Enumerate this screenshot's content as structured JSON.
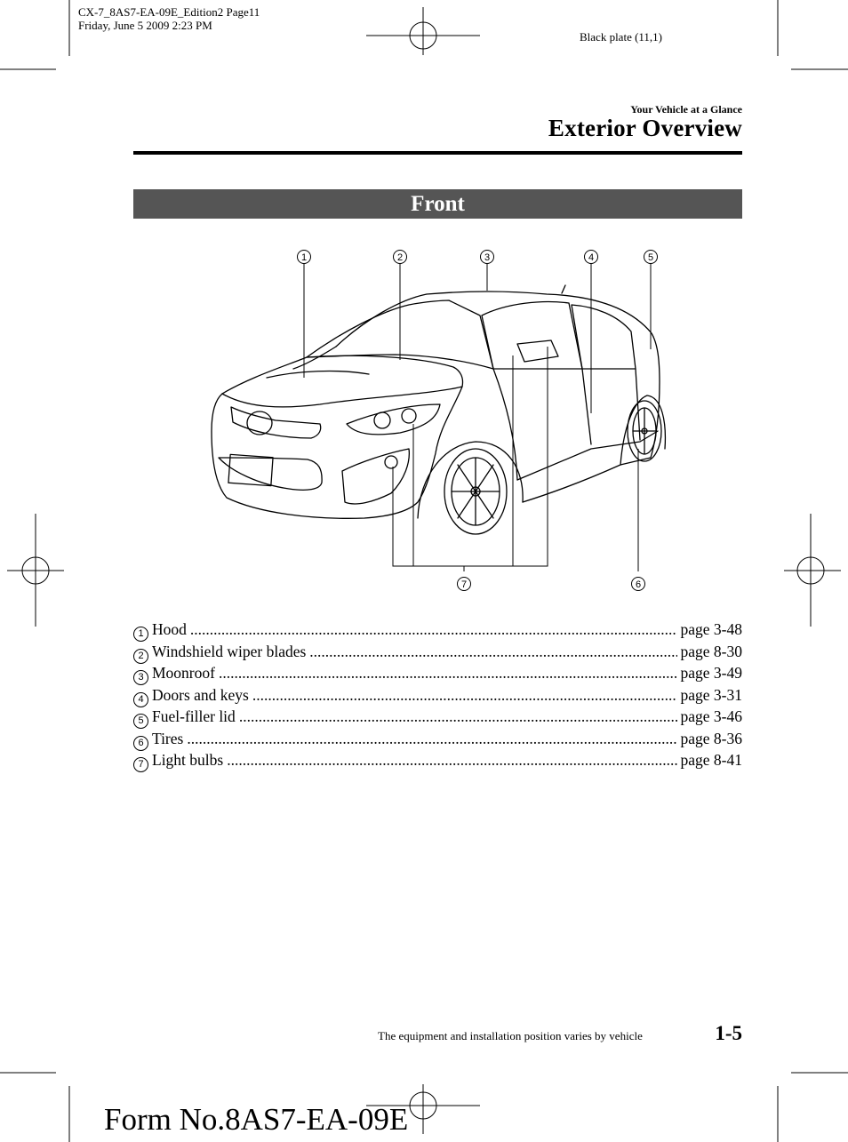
{
  "print_info": {
    "line1": "CX-7_8AS7-EA-09E_Edition2 Page11",
    "line2": "Friday, June 5 2009 2:23 PM",
    "plate": "Black plate (11,1)"
  },
  "header": {
    "section": "Your Vehicle at a Glance",
    "title": "Exterior Overview"
  },
  "banner": {
    "label": "Front"
  },
  "figure": {
    "callouts": [
      "1",
      "2",
      "3",
      "4",
      "5",
      "6",
      "7"
    ]
  },
  "legend": [
    {
      "num": "1",
      "label": "Hood",
      "page": "page 3-48"
    },
    {
      "num": "2",
      "label": "Windshield wiper blades",
      "page": "page 8-30"
    },
    {
      "num": "3",
      "label": "Moonroof",
      "page": "page 3-49"
    },
    {
      "num": "4",
      "label": "Doors and keys",
      "page": "page 3-31"
    },
    {
      "num": "5",
      "label": "Fuel-filler lid",
      "page": "page 3-46"
    },
    {
      "num": "6",
      "label": "Tires",
      "page": "page 8-36"
    },
    {
      "num": "7",
      "label": "Light bulbs",
      "page": "page 8-41"
    }
  ],
  "footer": {
    "note": "The equipment and installation position varies by vehicle",
    "page_number": "1-5",
    "form_number": "Form No.8AS7-EA-09E"
  }
}
